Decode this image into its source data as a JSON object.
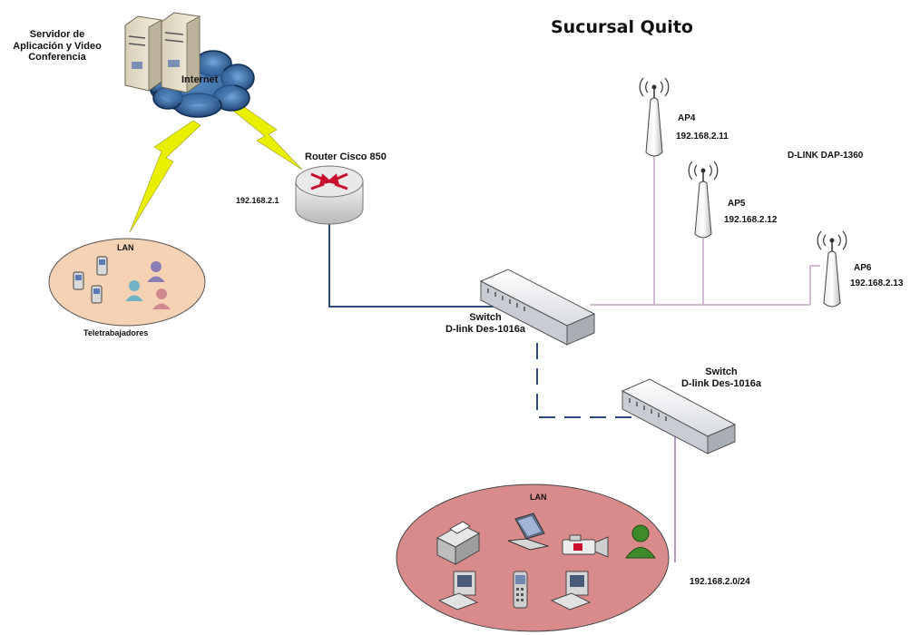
{
  "title": "Sucursal Quito",
  "server": {
    "label_line1": "Servidor de",
    "label_line2": "Aplicación y Video",
    "label_line3": "Conferencia"
  },
  "internet": {
    "label": "Internet"
  },
  "router": {
    "label": "Router Cisco 850",
    "ip": "192.168.2.1"
  },
  "remote_lan": {
    "label": "LAN",
    "caption": "Teletrabajadores"
  },
  "switch1": {
    "label_line1": "Switch",
    "label_line2": "D-link Des-1016a"
  },
  "switch2": {
    "label_line1": "Switch",
    "label_line2": "D-link Des-1016a"
  },
  "access_points": {
    "model": "D-LINK DAP-1360",
    "ap4": {
      "name": "AP4",
      "ip": "192.168.2.11"
    },
    "ap5": {
      "name": "AP5",
      "ip": "192.168.2.12"
    },
    "ap6": {
      "name": "AP6",
      "ip": "192.168.2.13"
    }
  },
  "local_lan": {
    "label": "LAN",
    "subnet": "192.168.2.0/24"
  },
  "colors": {
    "cable_blue": "#2c4a7c",
    "wireless_line": "#c3a6c6",
    "lightning": "#e8f000",
    "remote_lan_fill": "#f6d2b4",
    "local_lan_fill": "#d98b8b",
    "cloud": "#1f4f86"
  }
}
